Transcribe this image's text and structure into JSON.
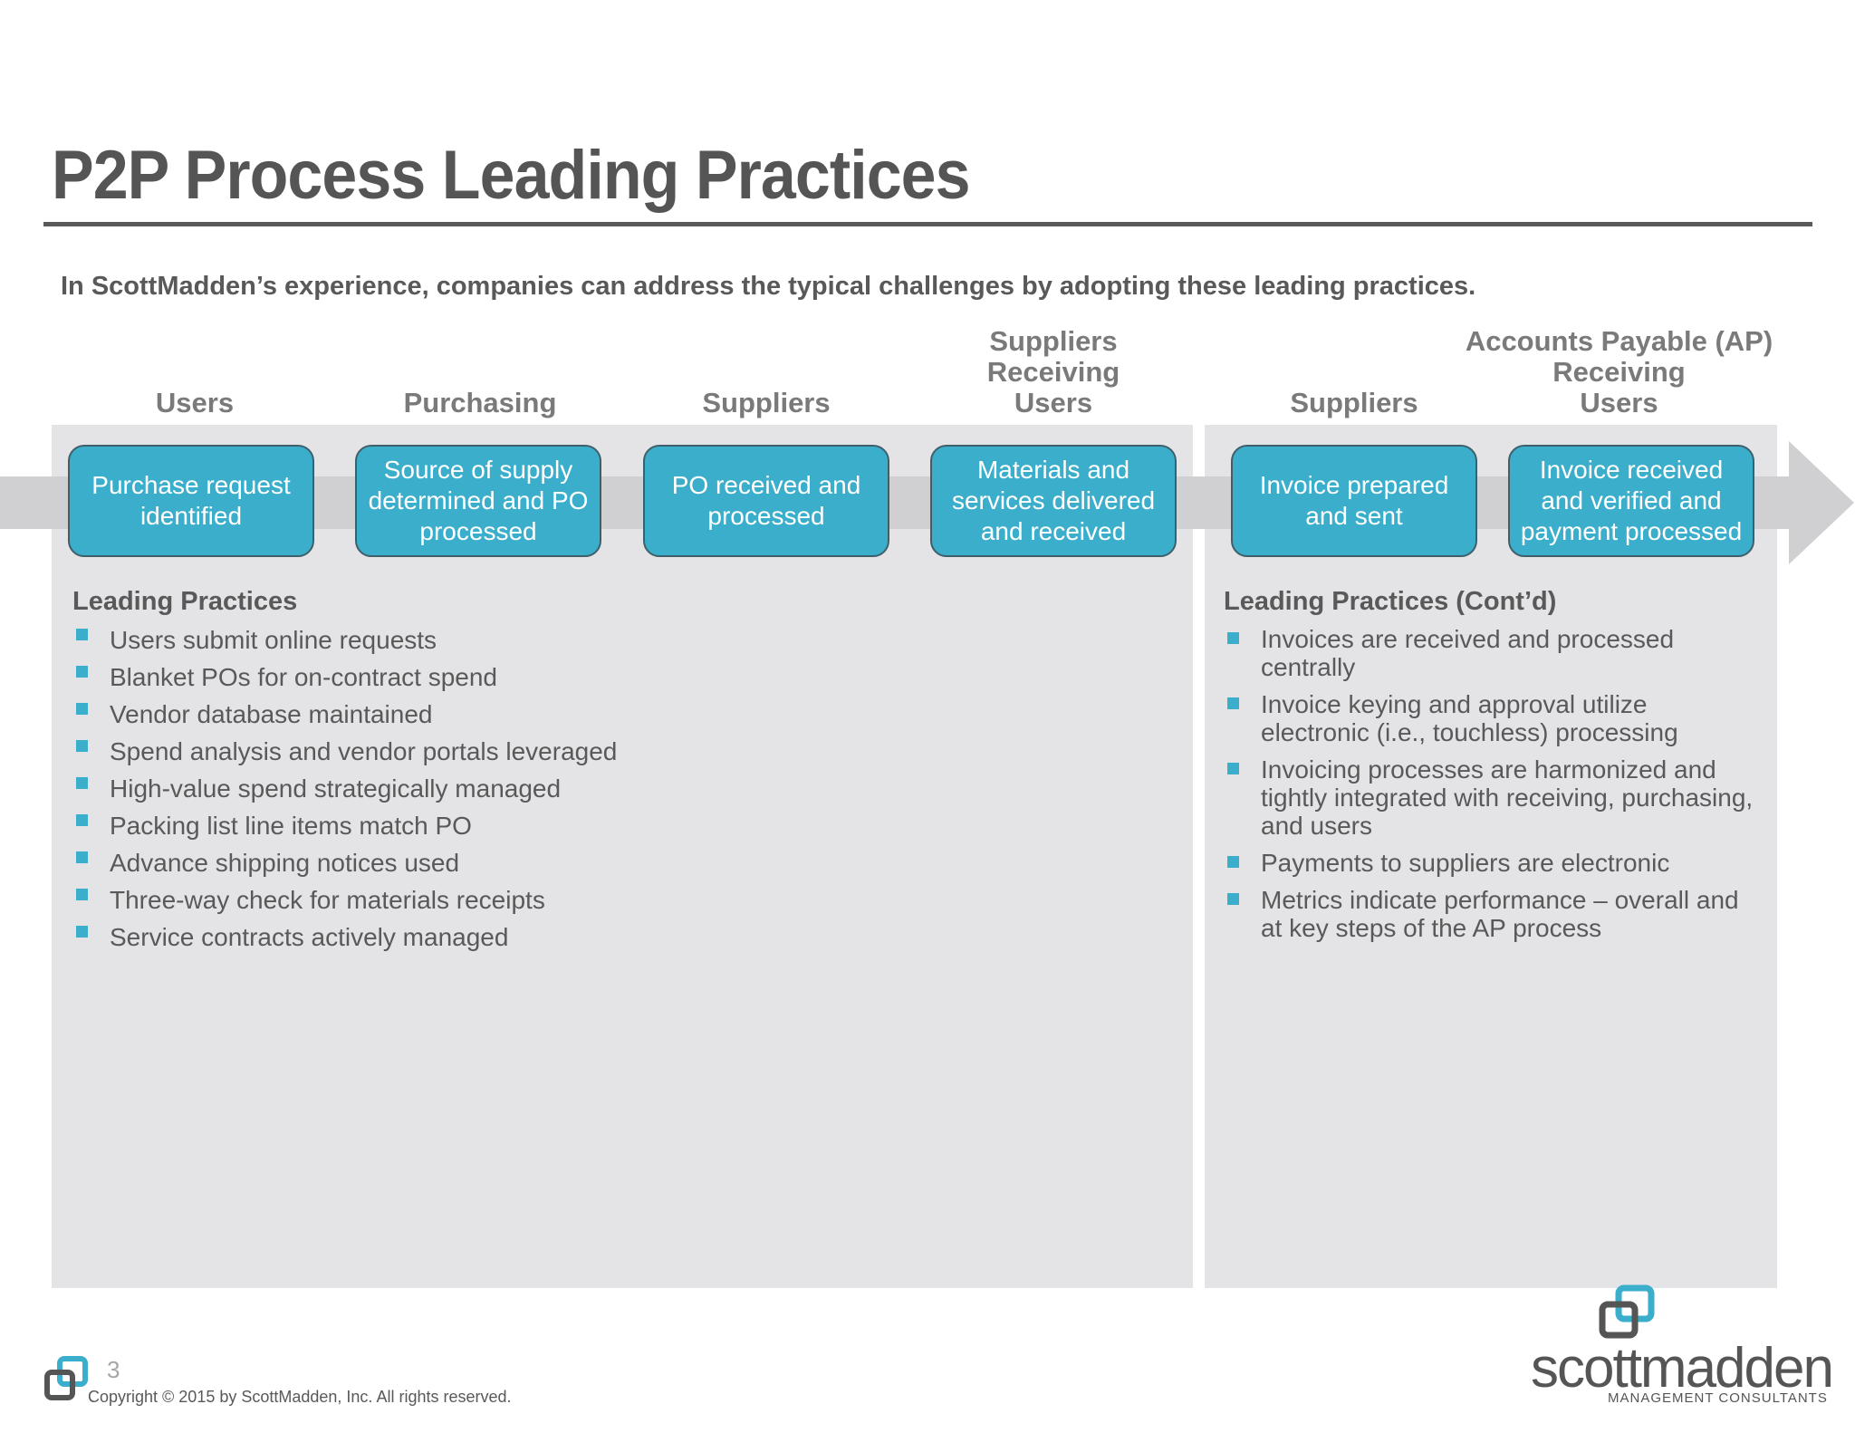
{
  "slide": {
    "title": "P2P Process Leading Practices",
    "intro": "In ScottMadden’s experience, companies can address the typical challenges by adopting these leading practices."
  },
  "roles": [
    [
      "Users"
    ],
    [
      "Purchasing"
    ],
    [
      "Suppliers"
    ],
    [
      "Suppliers",
      "Receiving",
      "Users"
    ],
    [
      "Suppliers"
    ],
    [
      "Accounts Payable (AP)",
      "Receiving",
      "Users"
    ]
  ],
  "steps": [
    "Purchase request identified",
    "Source of supply determined and PO processed",
    "PO received and processed",
    "Materials and services delivered and received",
    "Invoice prepared and sent",
    "Invoice received and verified and payment processed"
  ],
  "practices_left": {
    "heading": "Leading Practices",
    "items": [
      "Users submit online requests",
      "Blanket POs for on-contract spend",
      "Vendor database maintained",
      "Spend analysis and vendor portals leveraged",
      "High-value spend strategically managed",
      "Packing list line items match PO",
      "Advance shipping notices used",
      "Three-way check for materials receipts",
      "Service contracts actively managed"
    ]
  },
  "practices_right": {
    "heading": "Leading Practices (Cont’d)",
    "items": [
      "Invoices are received and processed centrally",
      "Invoice keying and approval utilize electronic (i.e., touchless) processing",
      "Invoicing processes are harmonized and tightly integrated with receiving, purchasing, and users",
      "Payments to suppliers are electronic",
      "Metrics indicate performance – overall and at key steps of the AP process"
    ]
  },
  "footer": {
    "page_number": "3",
    "copyright": "Copyright © 2015 by ScottMadden, Inc. All rights reserved."
  },
  "brand": {
    "name": "scottmadden",
    "tagline": "MANAGEMENT CONSULTANTS"
  },
  "colors": {
    "accent": "#3aaecb",
    "panel": "#e4e3e6",
    "text": "#595959"
  }
}
